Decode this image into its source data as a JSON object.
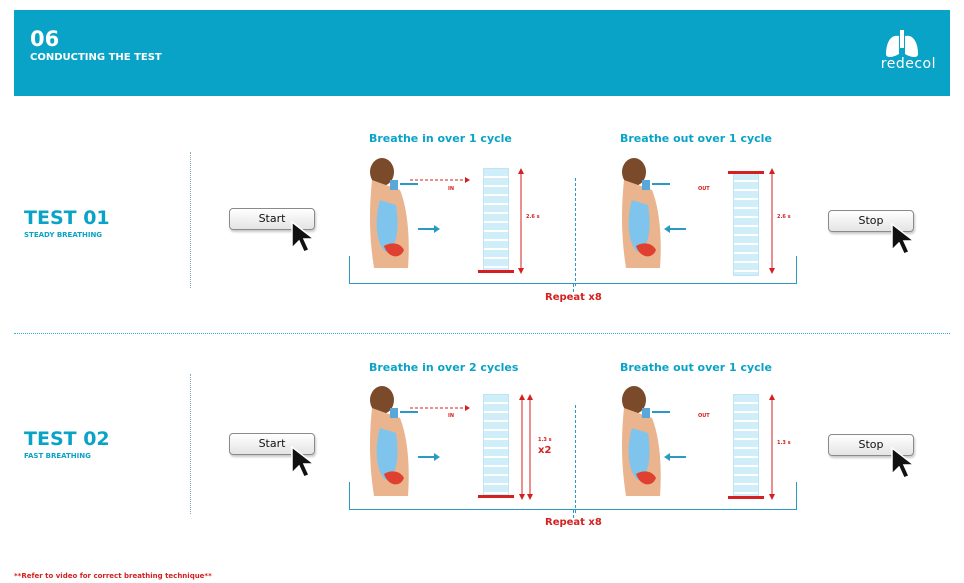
{
  "header": {
    "number": "06",
    "title": "CONDUCTING THE TEST",
    "brand": "redecol"
  },
  "tests": [
    {
      "title": "TEST 01",
      "subtitle": "STEADY BREATHING",
      "start_label": "Start",
      "stop_label": "Stop",
      "inhale_label": "Breathe in over 1 cycle",
      "exhale_label": "Breathe out over 1 cycle",
      "in_tag": "IN",
      "out_tag": "OUT",
      "inhale_time": "2.6 s",
      "exhale_time": "2.6 s",
      "multiplier": "",
      "repeat": "Repeat x8"
    },
    {
      "title": "TEST 02",
      "subtitle": "FAST BREATHING",
      "start_label": "Start",
      "stop_label": "Stop",
      "inhale_label": "Breathe in over 2 cycles",
      "exhale_label": "Breathe out over 1 cycle",
      "in_tag": "IN",
      "out_tag": "OUT",
      "inhale_time": "1.3 s",
      "exhale_time": "1.3 s",
      "multiplier": "x2",
      "repeat": "Repeat x8"
    }
  ],
  "footnote": "**Refer to video for correct breathing technique**",
  "colors": {
    "accent": "#0aa3c8",
    "alert": "#d42020"
  }
}
